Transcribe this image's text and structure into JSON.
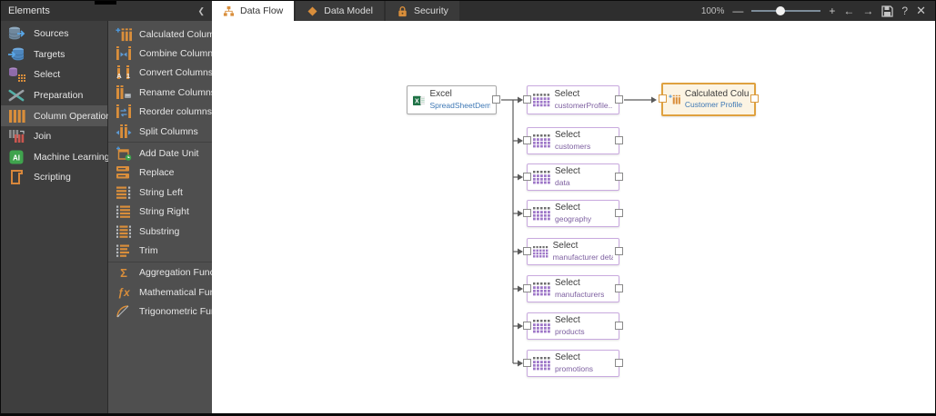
{
  "header": {
    "title": "Elements",
    "collapse_icon": "❮"
  },
  "sidebar": {
    "selected": "Column Operations",
    "items": [
      {
        "label": "Sources"
      },
      {
        "label": "Targets"
      },
      {
        "label": "Select"
      },
      {
        "label": "Preparation"
      },
      {
        "label": "Column Operations"
      },
      {
        "label": "Join"
      },
      {
        "label": "Machine Learning"
      },
      {
        "label": "Scripting"
      }
    ]
  },
  "operations": {
    "items": [
      {
        "label": "Calculated Column"
      },
      {
        "label": "Combine Columns"
      },
      {
        "label": "Convert Columns"
      },
      {
        "label": "Rename Columns"
      },
      {
        "label": "Reorder columns"
      },
      {
        "label": "Split Columns"
      },
      {
        "label": "Add Date Unit"
      },
      {
        "label": "Replace"
      },
      {
        "label": "String Left"
      },
      {
        "label": "String Right"
      },
      {
        "label": "Substring"
      },
      {
        "label": "Trim"
      },
      {
        "label": "Aggregation Function"
      },
      {
        "label": "Mathematical Function"
      },
      {
        "label": "Trigonometric Functi..."
      }
    ],
    "glyphs": {
      "aggregation": "Σ",
      "mathematical": "ƒx"
    }
  },
  "tabs": {
    "active": "Data Flow",
    "items": [
      {
        "label": "Data Flow"
      },
      {
        "label": "Data Model"
      },
      {
        "label": "Security"
      }
    ]
  },
  "toolbar": {
    "zoom_level": "100%",
    "minus": "—",
    "plus": "+",
    "back": "←",
    "forward": "→",
    "help": "?",
    "close": "✕"
  },
  "canvas": {
    "excel_node": {
      "title": "Excel",
      "subtitle": "SpreadSheetDemo I..."
    },
    "select_nodes": [
      {
        "title": "Select",
        "subtitle": "customerProfile..."
      },
      {
        "title": "Select",
        "subtitle": "customers"
      },
      {
        "title": "Select",
        "subtitle": "data"
      },
      {
        "title": "Select",
        "subtitle": "geography"
      },
      {
        "title": "Select",
        "subtitle": "manufacturer deta..."
      },
      {
        "title": "Select",
        "subtitle": "manufacturers"
      },
      {
        "title": "Select",
        "subtitle": "products"
      },
      {
        "title": "Select",
        "subtitle": "promotions"
      }
    ],
    "calculated_node": {
      "title": "Calculated Column...",
      "subtitle": "Customer Profile"
    }
  },
  "colors": {
    "accent_orange": "#D98E3B",
    "accent_blue": "#4D96D8",
    "select_purple": "#9E77C8",
    "link_blue": "#3E78B5",
    "ml_green": "#3FA34D",
    "canvas_bg": "#FFFFFF",
    "panel_dark": "#3E3E3E",
    "panel_light": "#4F4F4F"
  }
}
